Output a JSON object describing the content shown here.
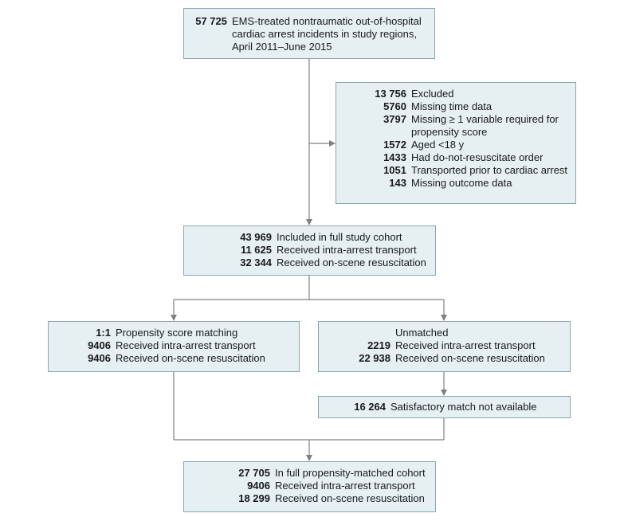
{
  "colors": {
    "box_fill": "#e6eff1",
    "box_border": "#8aa6ad",
    "line": "#808080"
  },
  "boxes": {
    "total": {
      "rows": [
        {
          "n": "57 725",
          "t": "EMS-treated nontraumatic out-of-hospital cardiac arrest incidents in study regions, April 2011–June 2015"
        }
      ]
    },
    "excluded": {
      "rows": [
        {
          "n": "13 756",
          "t": "Excluded"
        },
        {
          "n": "5760",
          "t": "Missing time data"
        },
        {
          "n": "3797",
          "t": "Missing ≥ 1 variable required for propensity score"
        },
        {
          "n": "1572",
          "t": "Aged <18 y"
        },
        {
          "n": "1433",
          "t": "Had do-not-resuscitate order"
        },
        {
          "n": "1051",
          "t": "Transported prior to cardiac arrest"
        },
        {
          "n": "143",
          "t": "Missing outcome data"
        }
      ]
    },
    "cohort": {
      "rows": [
        {
          "n": "43 969",
          "t": "Included in full study cohort"
        },
        {
          "n": "11 625",
          "t": "Received intra-arrest transport"
        },
        {
          "n": "32 344",
          "t": "Received on-scene resuscitation"
        }
      ]
    },
    "matched": {
      "rows": [
        {
          "n": "1:1",
          "t": "Propensity score matching"
        },
        {
          "n": "9406",
          "t": "Received intra-arrest transport"
        },
        {
          "n": "9406",
          "t": "Received on-scene resuscitation"
        }
      ]
    },
    "unmatched": {
      "rows": [
        {
          "n": "",
          "t": "Unmatched"
        },
        {
          "n": "2219",
          "t": "Received intra-arrest transport"
        },
        {
          "n": "22 938",
          "t": "Received on-scene resuscitation"
        }
      ]
    },
    "no_match": {
      "rows": [
        {
          "n": "16 264",
          "t": "Satisfactory match not available"
        }
      ]
    },
    "final": {
      "rows": [
        {
          "n": "27 705",
          "t": "In full propensity-matched cohort"
        },
        {
          "n": "9406",
          "t": "Received intra-arrest transport"
        },
        {
          "n": "18 299",
          "t": "Received on-scene resuscitation"
        }
      ]
    }
  }
}
